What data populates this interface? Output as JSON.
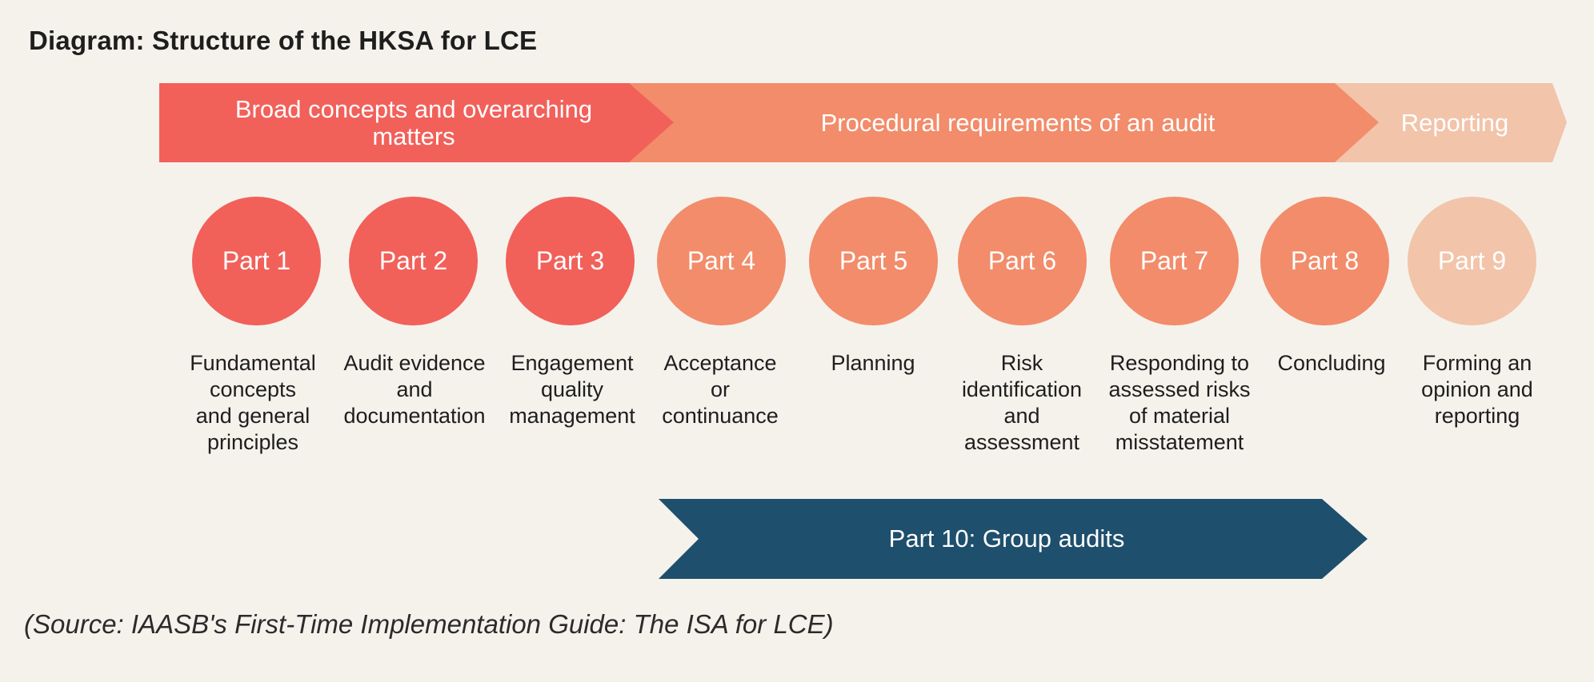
{
  "title": "Diagram: Structure of the HKSA for LCE",
  "colors": {
    "background": "#f5f2ec",
    "red": "#f2605a",
    "orange": "#f28c6a",
    "peach": "#f2c4aa",
    "navy": "#1e4f6c"
  },
  "bands": [
    {
      "label": "Broad concepts and overarching\nmatters",
      "color": "#f2605a"
    },
    {
      "label": "Procedural requirements of an audit",
      "color": "#f28c6a"
    },
    {
      "label": "Reporting",
      "color": "#f2c4aa"
    }
  ],
  "parts": [
    {
      "label": "Part 1",
      "description": "Fundamental\nconcepts\nand general\nprinciples",
      "color": "#f2605a"
    },
    {
      "label": "Part 2",
      "description": "Audit evidence\nand\ndocumentation",
      "color": "#f2605a"
    },
    {
      "label": "Part 3",
      "description": "Engagement\nquality\nmanagement",
      "color": "#f2605a"
    },
    {
      "label": "Part 4",
      "description": "Acceptance\nor\ncontinuance",
      "color": "#f28c6a"
    },
    {
      "label": "Part 5",
      "description": "Planning",
      "color": "#f28c6a"
    },
    {
      "label": "Part 6",
      "description": "Risk\nidentification\nand\nassessment",
      "color": "#f28c6a"
    },
    {
      "label": "Part 7",
      "description": "Responding to\nassessed risks\nof material\nmisstatement",
      "color": "#f28c6a"
    },
    {
      "label": "Part 8",
      "description": "Concluding",
      "color": "#f28c6a"
    },
    {
      "label": "Part 9",
      "description": "Forming an\nopinion and\nreporting",
      "color": "#f2c4aa"
    }
  ],
  "group_audits": {
    "label": "Part 10: Group audits",
    "color": "#1e4f6c"
  },
  "source": "(Source: IAASB's First-Time Implementation Guide: The ISA for LCE)"
}
